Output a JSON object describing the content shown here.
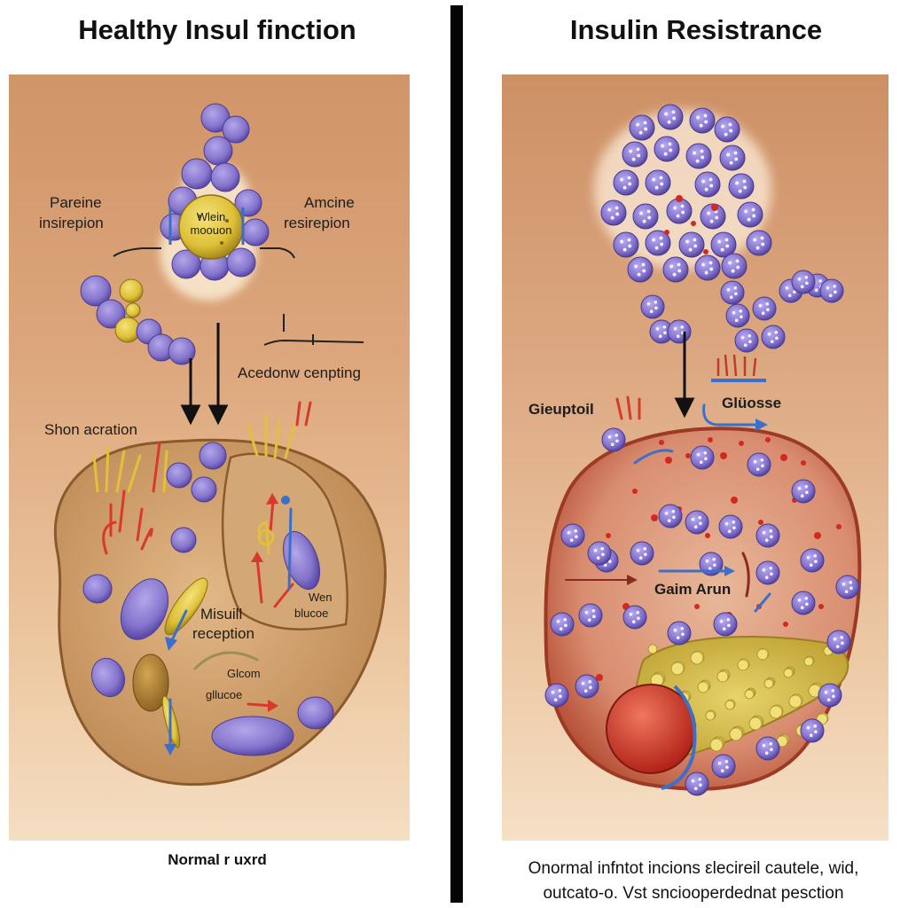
{
  "left": {
    "title": "Healthy Insul finction",
    "labels": {
      "pareine": "Pareine",
      "insirepion": "insirepion",
      "amcine": "Amcine",
      "resirepion": "resirepion",
      "center1": "Wlein",
      "center2": "moouon",
      "acedonw": "Acedonw cenpting",
      "shon": "Shon acration",
      "misuill": "Misuill",
      "reception": "reception",
      "wen": "Wen",
      "blucoe": "blucoe",
      "glcom": "Glcom",
      "glucoe": "gllucoe"
    },
    "caption": "Normal r uxrd"
  },
  "right": {
    "title": "Insulin Resistrance",
    "labels": {
      "gieuptoil": "Gieuptoil",
      "glusse": "Glüosse",
      "gaim": "Gaim Arun"
    },
    "caption_line1": "Onormal infntοt incions εlecireil cautele, wid,",
    "caption_line2": "outcatο-o. Vst sncioοperdednat pesction"
  },
  "colors": {
    "molecule": "#8a78cf",
    "molecule_dark": "#5a4aa8",
    "insulin_core": "#e2c237",
    "cell_left": "#c99a63",
    "cell_right": "#c9674e",
    "fat": "#d8c03f",
    "nucleus": "#d8392b"
  }
}
